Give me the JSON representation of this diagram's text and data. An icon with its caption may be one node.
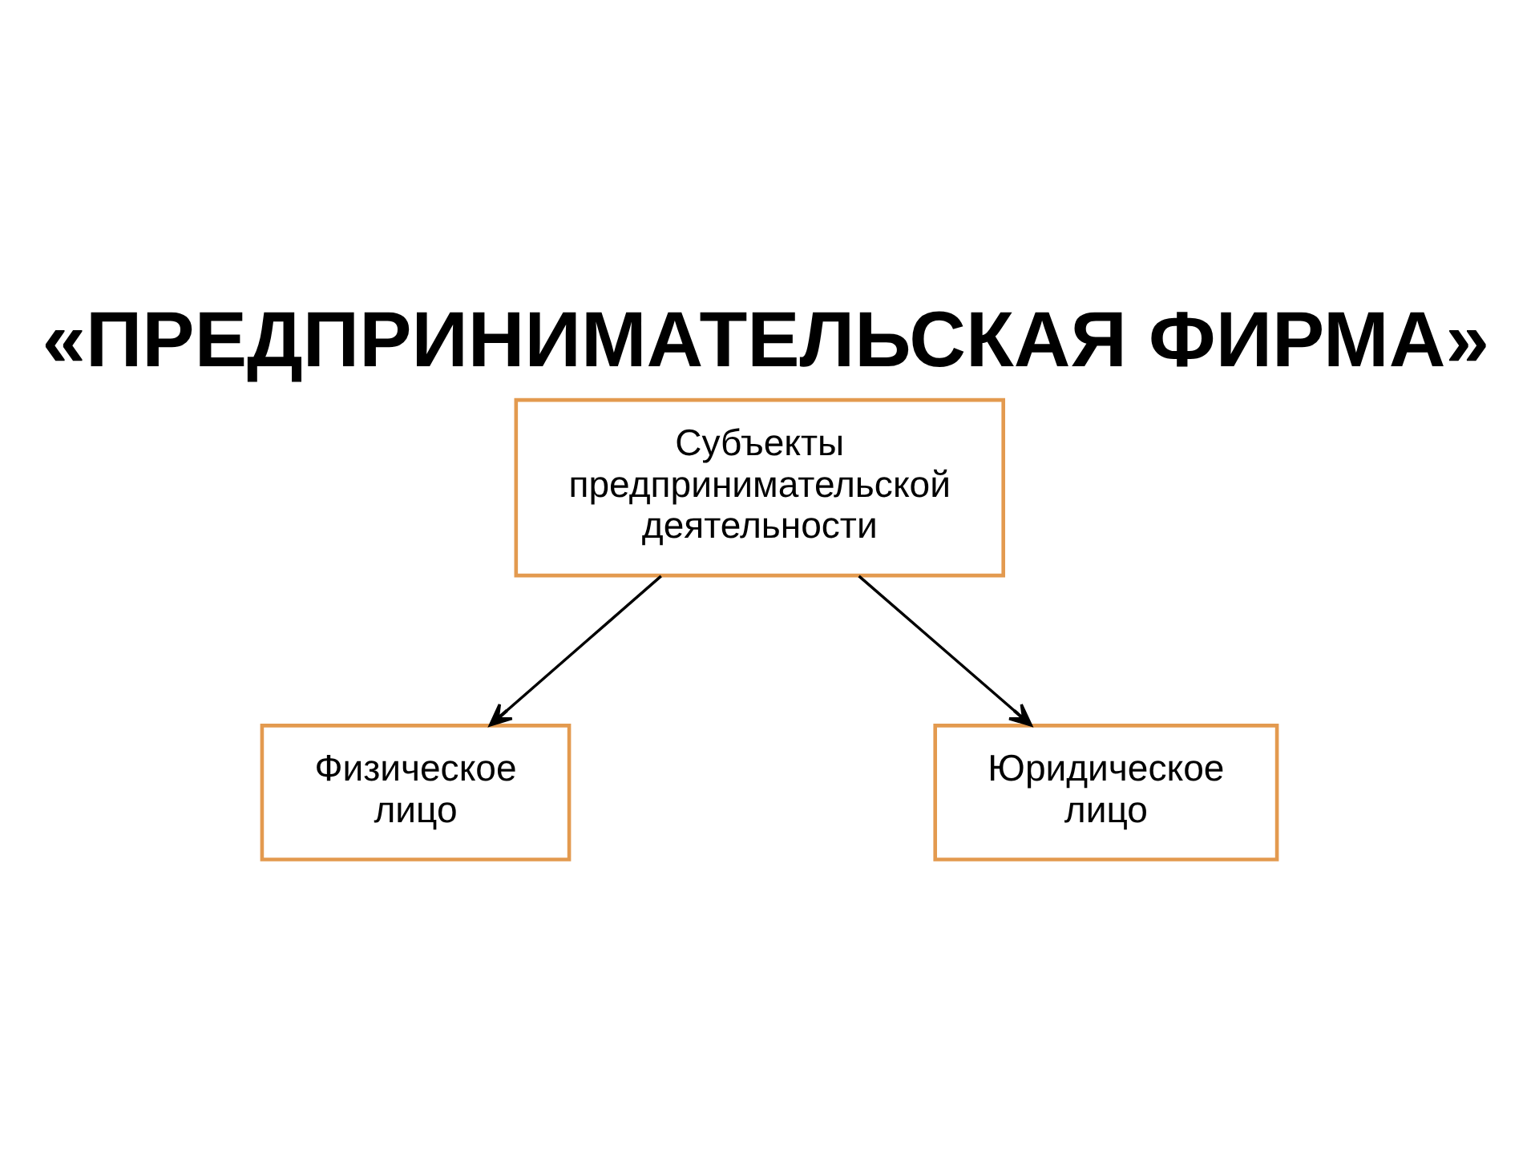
{
  "diagram": {
    "title": "«ПРЕДПРИНИМАТЕЛЬСКАЯ ФИРМА»",
    "nodes": [
      {
        "text": [
          "Субъекты предпринимательской деятельности"
        ]
      },
      {
        "text": [
          "Физическое лицо"
        ]
      },
      {
        "text": [
          "Юридическое лицо"
        ]
      }
    ],
    "edges": [
      {
        "from": 0,
        "to": 1,
        "arrow": "to"
      },
      {
        "from": 0,
        "to": 2,
        "arrow": "to"
      }
    ]
  }
}
